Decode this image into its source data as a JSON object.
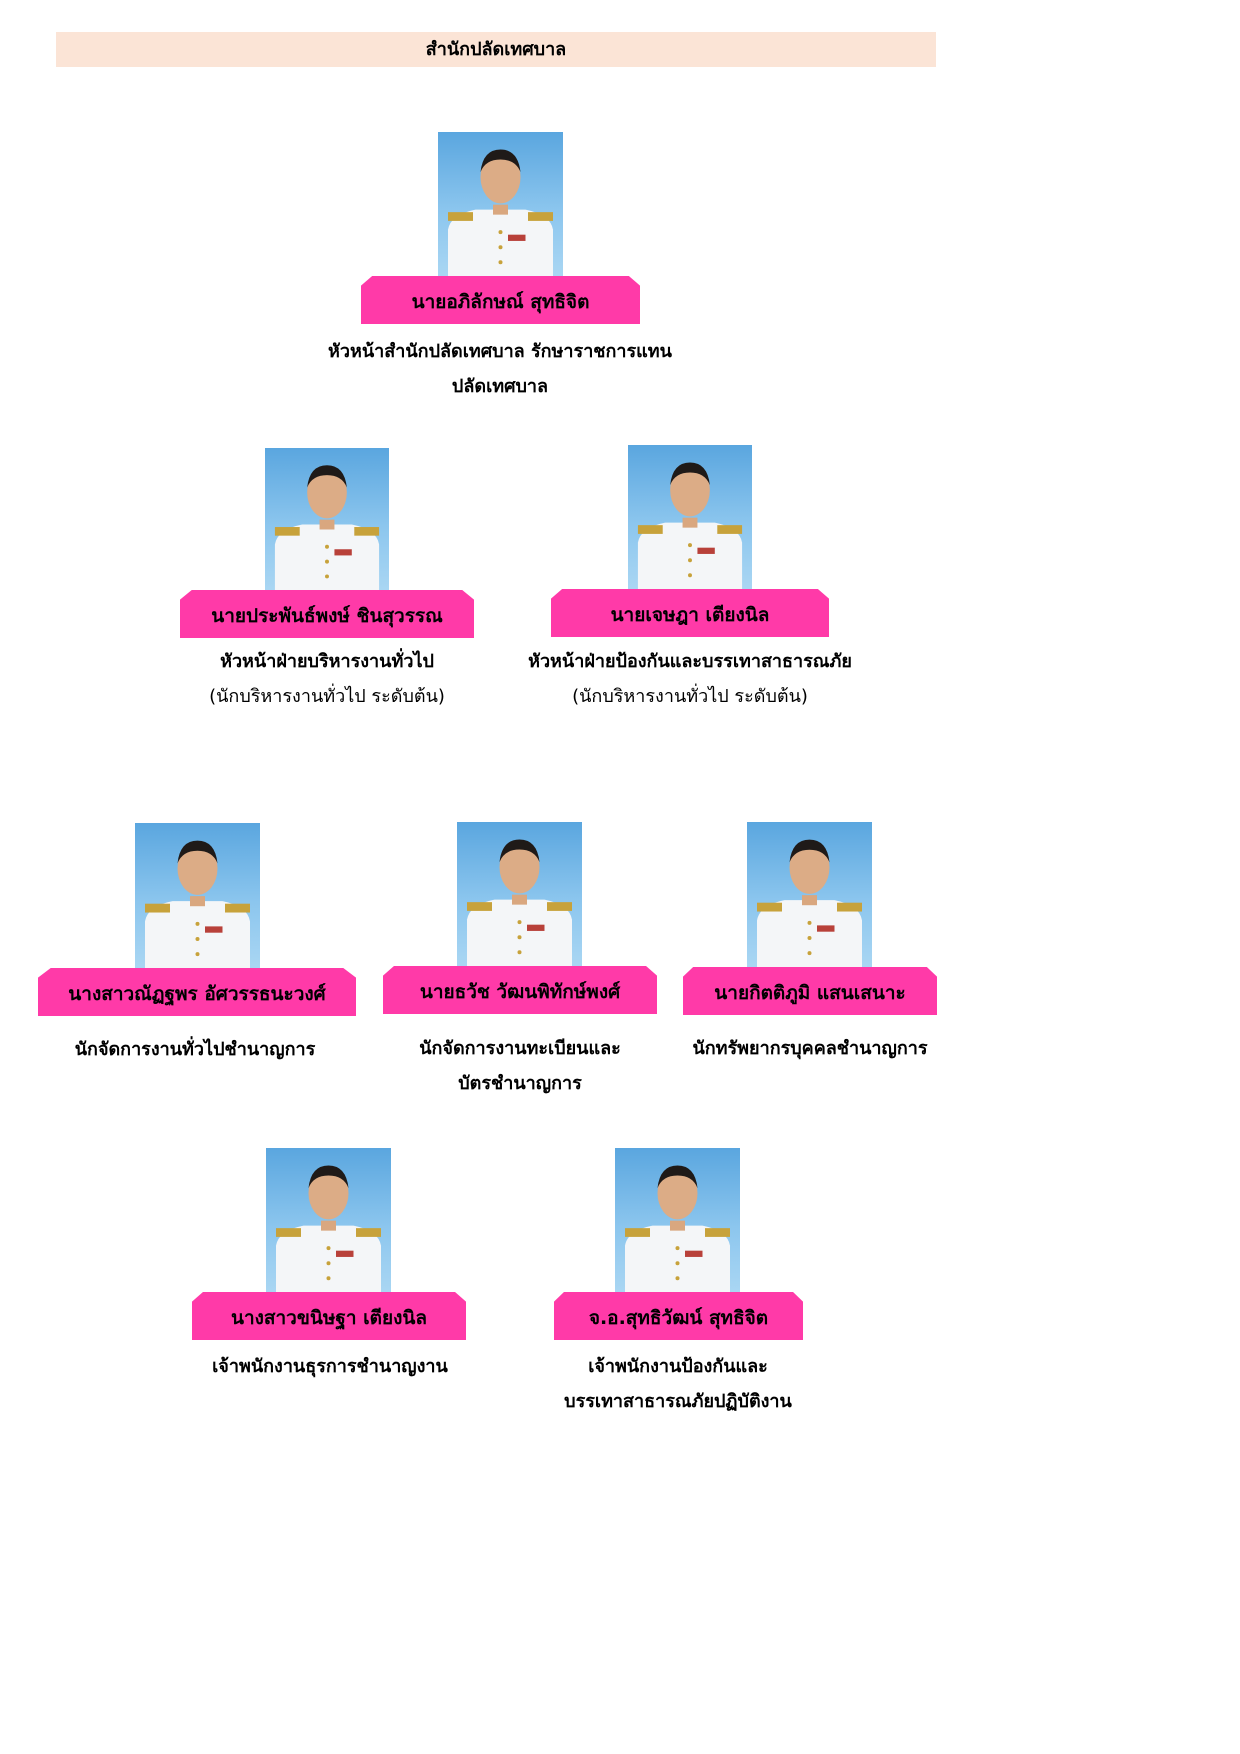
{
  "header": {
    "title": "สำนักปลัดเทศบาล"
  },
  "people": [
    {
      "name": "นายอภิลักษณ์ สุทธิจิต",
      "title_line1": "หัวหน้าสำนักปลัดเทศบาล รักษาราชการแทน",
      "title_line2": "ปลัดเทศบาล",
      "subtitle": ""
    },
    {
      "name": "นายประพันธ์พงษ์  ชินสุวรรณ",
      "title_line1": "หัวหน้าฝ่ายบริหารงานทั่วไป",
      "title_line2": "",
      "subtitle": "(นักบริหารงานทั่วไป  ระดับต้น)"
    },
    {
      "name": "นายเจษฎา  เตียงนิล",
      "title_line1": "หัวหน้าฝ่ายป้องกันและบรรเทาสาธารณภัย",
      "title_line2": "",
      "subtitle": "(นักบริหารงานทั่วไป  ระดับต้น)"
    },
    {
      "name": "นางสาวณัฏฐพร อัศวรรธนะวงศ์",
      "title_line1": "นักจัดการงานทั่วไปชำนาญการ",
      "title_line2": "",
      "subtitle": ""
    },
    {
      "name": "นายธวัช  วัฒนพิทักษ์พงศ์",
      "title_line1": "นักจัดการงานทะเบียนและ",
      "title_line2": "บัตรชำนาญการ",
      "subtitle": ""
    },
    {
      "name": "นายกิตติภูมิ  แสนเสนาะ",
      "title_line1": "นักทรัพยากรบุคคลชำนาญการ",
      "title_line2": "",
      "subtitle": ""
    },
    {
      "name": "นางสาวขนิษฐา  เตียงนิล",
      "title_line1": "เจ้าพนักงานธุรการชำนาญงาน",
      "title_line2": "",
      "subtitle": ""
    },
    {
      "name": "จ.อ.สุทธิวัฒน์  สุทธิจิต",
      "title_line1": "เจ้าพนักงานป้องกันและ",
      "title_line2": "บรรเทาสาธารณภัยปฏิบัติงาน",
      "subtitle": ""
    }
  ],
  "colors": {
    "header_bg": "#fbe4d6",
    "nameplate_bg": "#ff3aa8",
    "photo_bg": "#6cb4e6",
    "uniform": "#f4f6f8"
  }
}
